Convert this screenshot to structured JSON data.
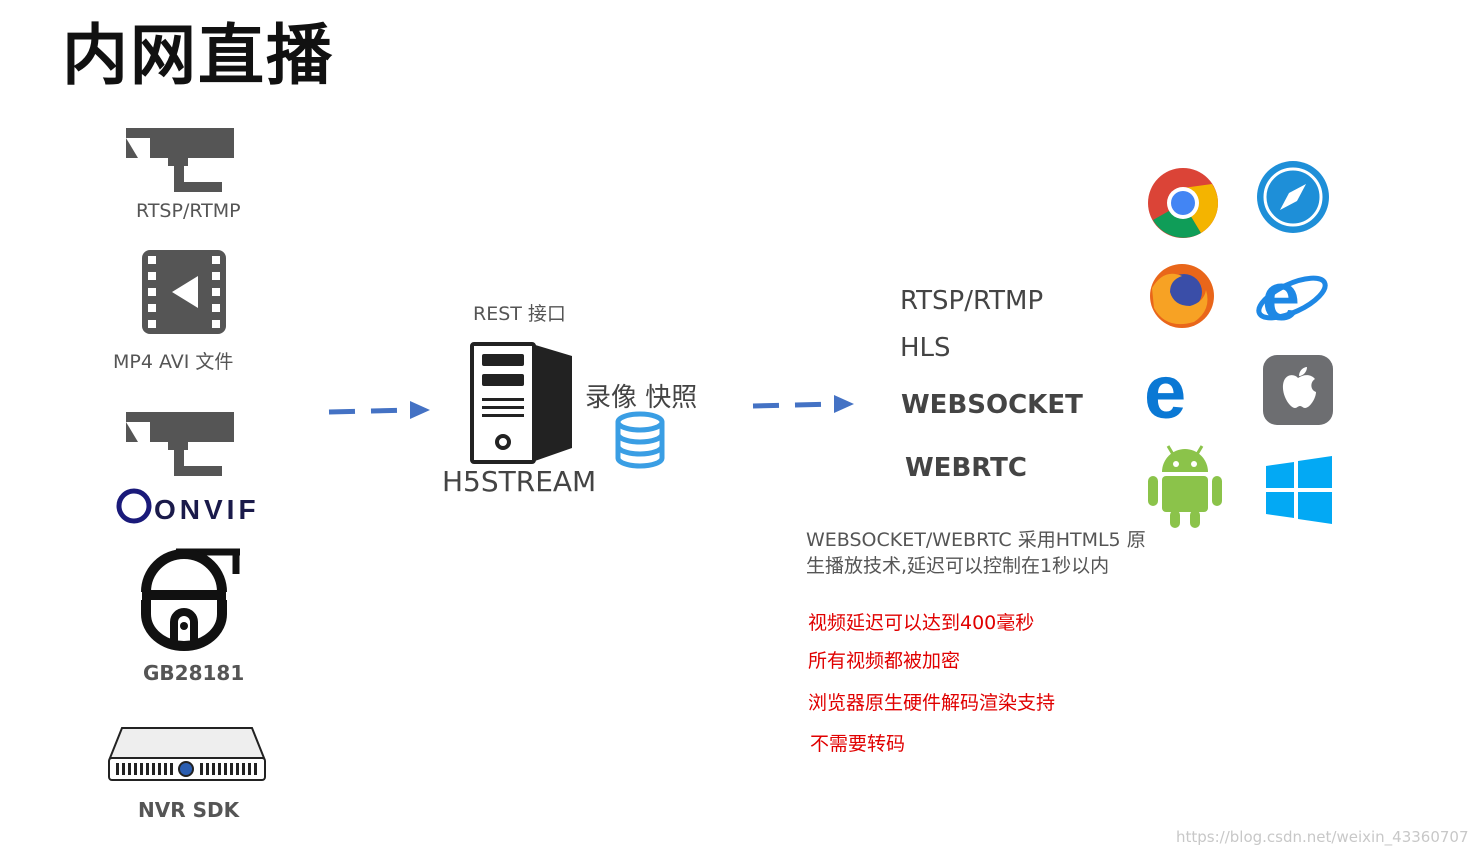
{
  "title": "内网直播",
  "sources": {
    "rtsp_label": "RTSP/RTMP",
    "file_label": "MP4 AVI 文件",
    "onvif_logo_text": "ONVIF",
    "gb_label": "GB28181",
    "nvr_label": "NVR SDK"
  },
  "server": {
    "rest_label": "REST 接口",
    "name": "H5STREAM",
    "storage_label": "录像 快照"
  },
  "outputs": {
    "protocols": [
      "RTSP/RTMP",
      "HLS",
      "WEBSOCKET",
      "WEBRTC"
    ]
  },
  "description": [
    "WEBSOCKET/WEBRTC 采用HTML5 原",
    "生播放技术,延迟可以控制在1秒以内"
  ],
  "features": [
    "视频延迟可以达到400毫秒",
    "所有视频都被加密",
    "浏览器原生硬件解码渲染支持",
    "不需要转码"
  ],
  "watermark": "https://blog.csdn.net/weixin_43360707",
  "colors": {
    "arrow": "#4472c4",
    "accent_red": "#e00000",
    "icon_gray": "#555555",
    "db_blue": "#3a9ee4"
  }
}
